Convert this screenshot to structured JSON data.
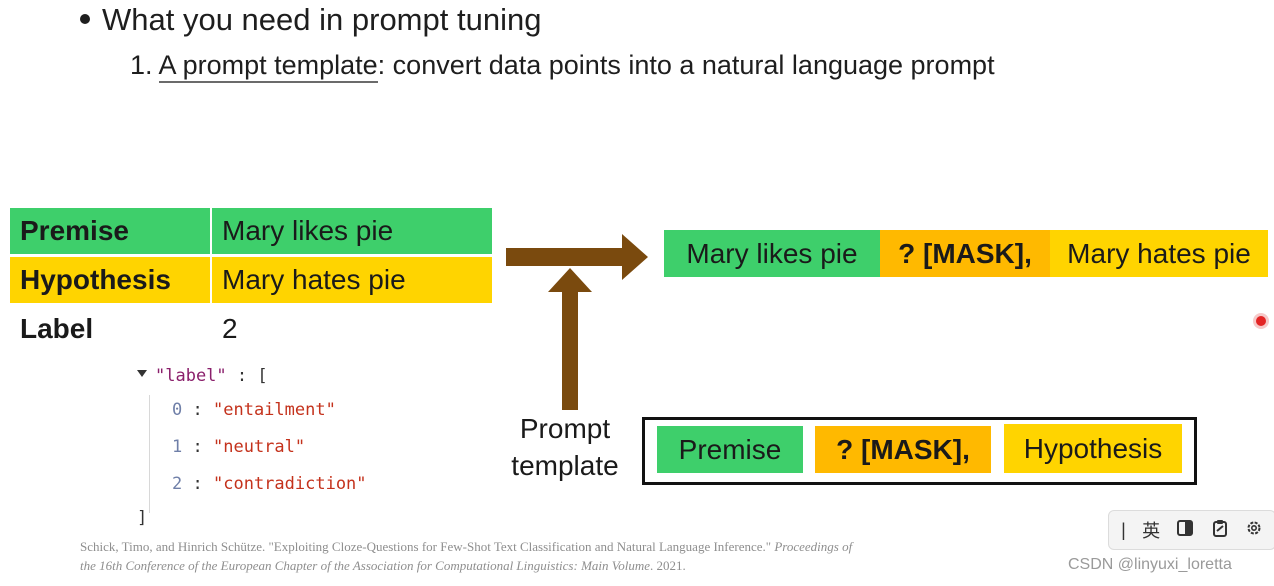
{
  "heading": {
    "bullet": "What you need in prompt tuning",
    "item_number": "1.",
    "item_term": "A prompt template",
    "item_rest": ": convert data points into a natural language prompt"
  },
  "table": {
    "rows": [
      {
        "label": "Premise",
        "value": "Mary likes pie",
        "color": "#3ecf6b"
      },
      {
        "label": "Hypothesis",
        "value": "Mary hates pie",
        "color": "#ffd400"
      },
      {
        "label": "Label",
        "value": "2",
        "color": "#ffffff"
      }
    ]
  },
  "json_snippet": {
    "key": "\"label\"",
    "colon": ":",
    "open": "[",
    "close": "]",
    "items": [
      {
        "index": "0",
        "value": "\"entailment\""
      },
      {
        "index": "1",
        "value": "\"neutral\""
      },
      {
        "index": "2",
        "value": "\"contradiction\""
      }
    ]
  },
  "prompt_label": {
    "line1": "Prompt",
    "line2": "template"
  },
  "output_prompt": {
    "segments": [
      {
        "text": "Mary likes pie",
        "color": "#3ecf6b"
      },
      {
        "text": "? [MASK],",
        "color": "#ffb900"
      },
      {
        "text": "Mary hates pie",
        "color": "#ffd400"
      }
    ]
  },
  "template": {
    "segments": [
      {
        "text": "Premise",
        "color": "#3ecf6b"
      },
      {
        "text": "? [MASK],",
        "color": "#ffb900"
      },
      {
        "text": "Hypothesis",
        "color": "#ffd400"
      }
    ]
  },
  "citation": {
    "plain": "Schick, Timo, and Hinrich Schütze. \"Exploiting Cloze-Questions for Few-Shot Text Classification and Natural Language Inference.\" ",
    "italic": "Proceedings of the 16th Conference of the European Chapter of the Association for Computational Linguistics: Main Volume",
    "tail": ". 2021."
  },
  "ime_toolbar": {
    "cursor": "|",
    "lang": "英",
    "icons": [
      "half-width-icon",
      "clipboard-icon",
      "gear-icon"
    ]
  },
  "watermark": "CSDN @linyuxi_loretta",
  "colors": {
    "arrow": "#7a4a0e",
    "green": "#3ecf6b",
    "yellow": "#ffd400",
    "orange": "#ffb900"
  }
}
